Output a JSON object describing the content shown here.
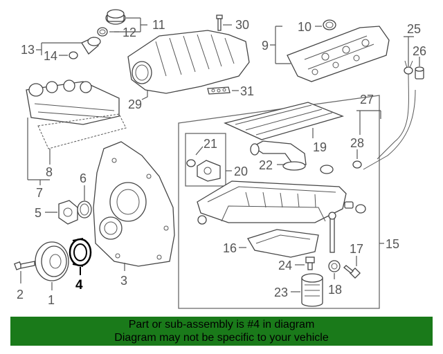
{
  "callouts": {
    "n1": "1",
    "n2": "2",
    "n3": "3",
    "n4": "4",
    "n5": "5",
    "n6": "6",
    "n7": "7",
    "n8": "8",
    "n9": "9",
    "n10": "10",
    "n11": "11",
    "n12": "12",
    "n13": "13",
    "n14": "14",
    "n15": "15",
    "n16": "16",
    "n17": "17",
    "n18": "18",
    "n19": "19",
    "n20": "20",
    "n21": "21",
    "n22": "22",
    "n23": "23",
    "n24": "24",
    "n25": "25",
    "n26": "26",
    "n27": "27",
    "n28": "28",
    "n29": "29",
    "n30": "30",
    "n31": "31"
  },
  "highlight_part": "4",
  "colors": {
    "banner": "#1a7a1a",
    "highlight": "#000000",
    "line": "#555555"
  },
  "banner": {
    "line1": "Part or sub-assembly is #4 in diagram",
    "line2": "Diagram may not be specific to your vehicle"
  }
}
